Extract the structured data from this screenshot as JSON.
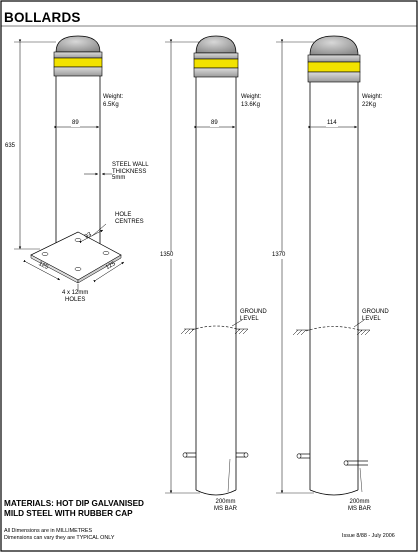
{
  "title": "BOLLARDS",
  "bollard_1": {
    "weight_label": "Weight:",
    "weight_value": "6.5Kg",
    "diameter": "89",
    "height": "635",
    "steel_wall": "STEEL WALL\nTHICKNESS\n5mm",
    "hole_centres_label": "HOLE\nCENTRES",
    "hole_centres_value": "93",
    "base_left": "125",
    "base_right": "125",
    "holes": "4 x 12mm\nHOLES"
  },
  "bollard_2": {
    "weight_label": "Weight:",
    "weight_value": "13.6Kg",
    "diameter": "89",
    "height": "1350",
    "ground_level": "GROUND\nLEVEL",
    "bar": "200mm\nMS BAR"
  },
  "bollard_3": {
    "weight_label": "Weight:",
    "weight_value": "22Kg",
    "diameter": "114",
    "height": "1370",
    "ground_level": "GROUND\nLEVEL",
    "bar": "200mm\nMS BAR"
  },
  "materials": "MATERIALS: HOT DIP GALVANISED\nMILD STEEL WITH RUBBER CAP",
  "footnote_1": "All Dimensions are in MILLIMETRES",
  "footnote_2": "Dimensions can vary they are TYPICAL ONLY",
  "issue": "Issue 8/88 - July 2006",
  "colors": {
    "reflective_band": "#f2e200",
    "cap_grey": "#b9b9b9",
    "border": "#000000"
  }
}
